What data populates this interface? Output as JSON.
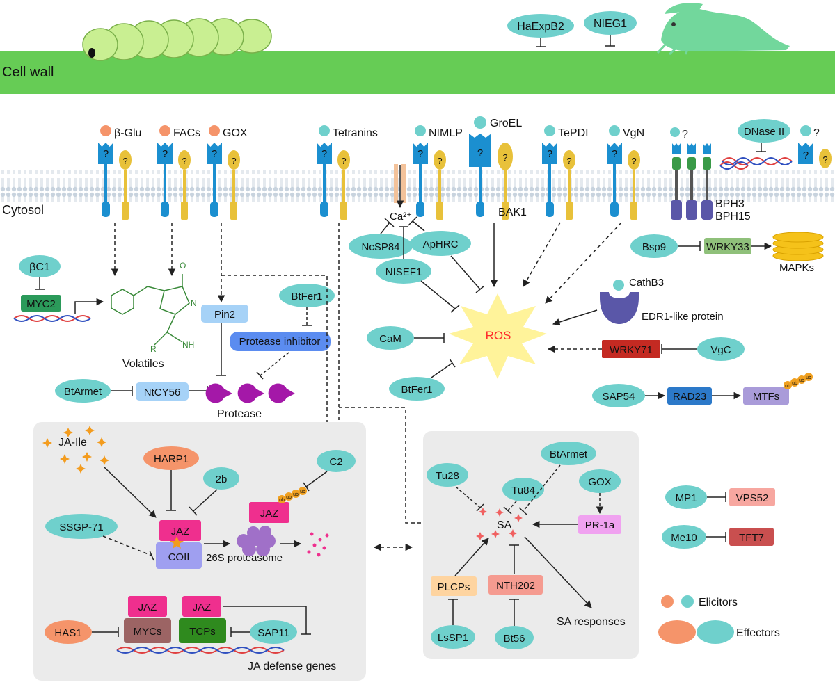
{
  "cell_wall_label": "Cell wall",
  "cytosol_label": "Cytosol",
  "question_mark": "?",
  "receptors": [
    {
      "ligand": "β-Glu",
      "ligand_type": "elicitor-orange"
    },
    {
      "ligand": "FACs",
      "ligand_type": "elicitor-orange"
    },
    {
      "ligand": "GOX",
      "ligand_type": "elicitor-orange"
    },
    {
      "ligand": "Tetranins",
      "ligand_type": "elicitor-teal"
    },
    {
      "ligand": "NIMLP",
      "ligand_type": "elicitor-teal"
    },
    {
      "ligand": "GroEL",
      "ligand_type": "elicitor-teal"
    },
    {
      "ligand": "TePDI",
      "ligand_type": "elicitor-teal"
    },
    {
      "ligand": "VgN",
      "ligand_type": "elicitor-teal"
    }
  ],
  "wall_effectors": [
    "HaExpB2",
    "NIEG1"
  ],
  "calcium_label": "Ca²⁺",
  "bak1_label": "BAK1",
  "bph_labels": [
    "BPH3",
    "BPH15"
  ],
  "dnase_label": "DNase II",
  "ros_label": "ROS",
  "ros_regulators": {
    "ncsp84": "NcSP84",
    "aphrc": "ApHRC",
    "nisef1": "NISEF1",
    "cam": "CaM",
    "btfer1": "BtFer1",
    "wrky71": "WRKY71",
    "vgc": "VgC",
    "cathb3": "CathB3",
    "edr1": "EDR1-like protein"
  },
  "mapk_module": {
    "bsp9": "Bsp9",
    "wrky33": "WRKY33",
    "mapks": "MAPKs"
  },
  "mtf_module": {
    "sap54": "SAP54",
    "rad23": "RAD23",
    "mtfs": "MTFs"
  },
  "ub_label": "ub",
  "volatiles": {
    "bc1": "βC1",
    "myc2": "MYC2",
    "label": "Volatiles",
    "r_label": "R",
    "nh_label": "NH",
    "o_label": "O",
    "n_label": "N"
  },
  "protease_module": {
    "pin2": "Pin2",
    "btfer1": "BtFer1",
    "inhibitor": "Protease inhibitor",
    "btarmet": "BtArmet",
    "ntcy56": "NtCY56",
    "protease": "Protease"
  },
  "ja_panel": {
    "ja_ile": "JA-Ile",
    "harp1": "HARP1",
    "b2": "2b",
    "c2": "C2",
    "ssgp71": "SSGP-71",
    "jaz": "JAZ",
    "coi1": "COII",
    "proteasome": "26S proteasome",
    "has1": "HAS1",
    "mycs": "MYCs",
    "tcps": "TCPs",
    "sap11": "SAP11",
    "genes": "JA defense genes"
  },
  "sa_panel": {
    "tu28": "Tu28",
    "tu84": "Tu84",
    "btarmet": "BtArmet",
    "gox": "GOX",
    "sa": "SA",
    "pr1a": "PR-1a",
    "plcps": "PLCPs",
    "nth202": "NTH202",
    "lssp1": "LsSP1",
    "bt56": "Bt56",
    "responses": "SA responses"
  },
  "side_module": {
    "mp1": "MP1",
    "vps52": "VPS52",
    "me10": "Me10",
    "tft7": "TFT7"
  },
  "legend": {
    "elicitors": "Elicitors",
    "effectors": "Effectors"
  },
  "colors": {
    "wall_green": "#66cc55",
    "teal": "#6fd0cc",
    "orange": "#f5946a",
    "receptor_blue": "#1b8fd0",
    "coreceptor_gold": "#e8c13a",
    "jaz_pink": "#ef2f8e",
    "coi1_lavender": "#9f9ff0",
    "tcps_green": "#2f8a1e",
    "mycs_brown": "#9c6464",
    "wrky71_red": "#c42a22",
    "wrky33_green": "#8fc07a",
    "rad23_blue": "#2c79c9",
    "mtfs_purple": "#a99bd9",
    "protease_purple": "#a418a8",
    "pin2_blue": "#a6d2f7",
    "inhibitor_blue": "#5b8cf0",
    "pr1a_pink": "#f0a2f0",
    "plcps_peach": "#fed4a0",
    "nth202_salmon": "#f59b90",
    "vps52_salmon": "#f7a7a0",
    "tft7_red": "#c94f4f",
    "panel_gray": "#ebebeb",
    "ros_yellow": "#fff39a",
    "ros_text_red": "#ff2a2a"
  }
}
